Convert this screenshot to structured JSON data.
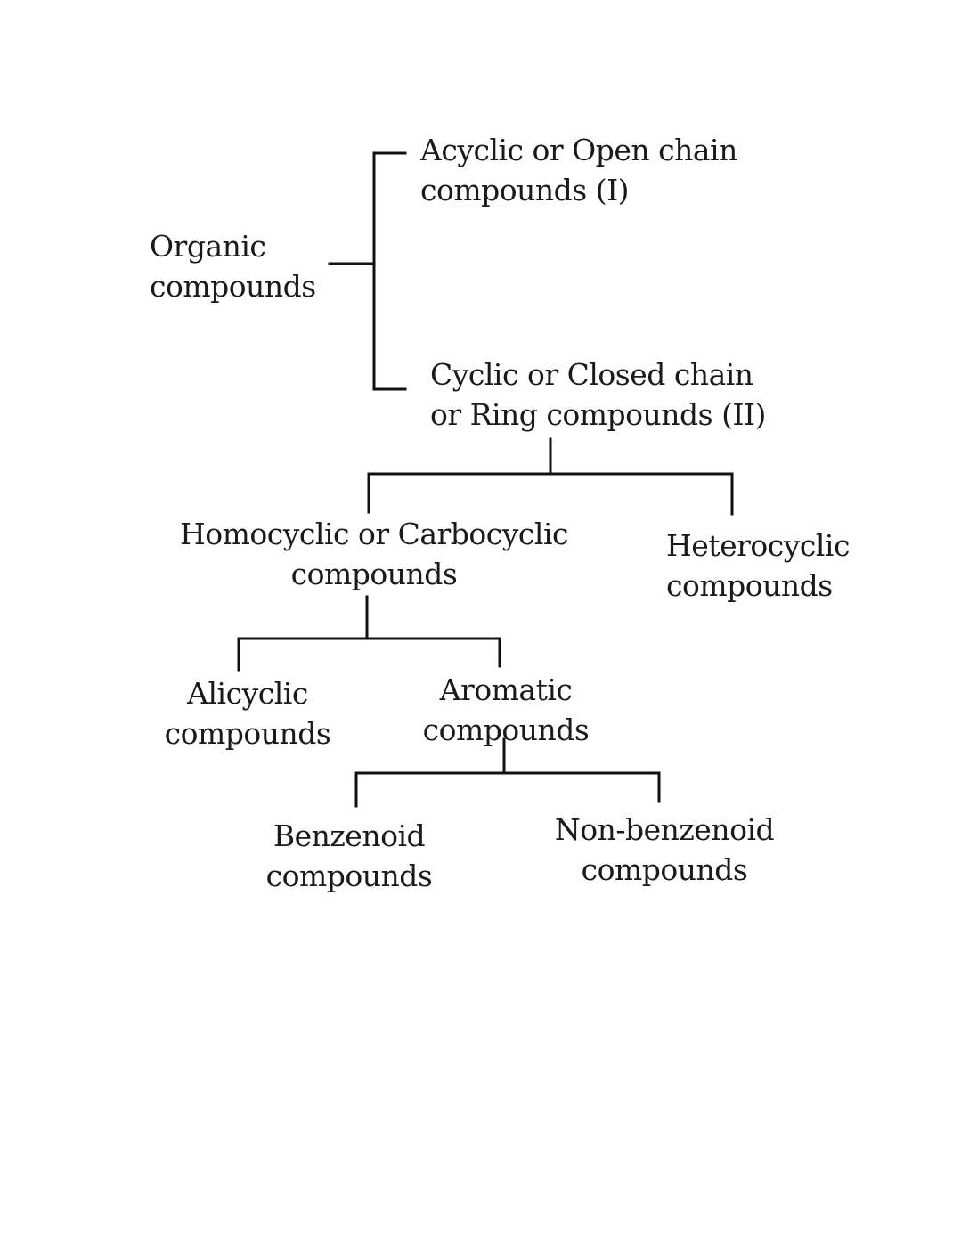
{
  "diagram": {
    "title": "Classification of organic compounds",
    "nodes": {
      "organic": {
        "line1": "Organic",
        "line2": "compounds"
      },
      "acyclic": {
        "line1": "Acyclic or Open chain",
        "line2": "compounds (I)"
      },
      "cyclic": {
        "line1": "Cyclic or Closed chain",
        "line2": "or Ring compounds (II)"
      },
      "homocyclic": {
        "line1": "Homocyclic or Carbocyclic",
        "line2": "compounds"
      },
      "heterocyclic": {
        "line1": "Heterocyclic",
        "line2": "compounds"
      },
      "alicyclic": {
        "line1": "Alicyclic",
        "line2": "compounds"
      },
      "aromatic": {
        "line1": "Aromatic",
        "line2": "compounds"
      },
      "benzenoid": {
        "line1": "Benzenoid",
        "line2": "compounds"
      },
      "nonbenzenoid": {
        "line1": "Non-benzenoid",
        "line2": "compounds"
      }
    },
    "edges": [
      {
        "from": "organic",
        "to": "acyclic"
      },
      {
        "from": "organic",
        "to": "cyclic"
      },
      {
        "from": "cyclic",
        "to": "homocyclic"
      },
      {
        "from": "cyclic",
        "to": "heterocyclic"
      },
      {
        "from": "homocyclic",
        "to": "alicyclic"
      },
      {
        "from": "homocyclic",
        "to": "aromatic"
      },
      {
        "from": "aromatic",
        "to": "benzenoid"
      },
      {
        "from": "aromatic",
        "to": "nonbenzenoid"
      }
    ],
    "line_color": "#111111",
    "text_color": "#1a1a1a"
  }
}
